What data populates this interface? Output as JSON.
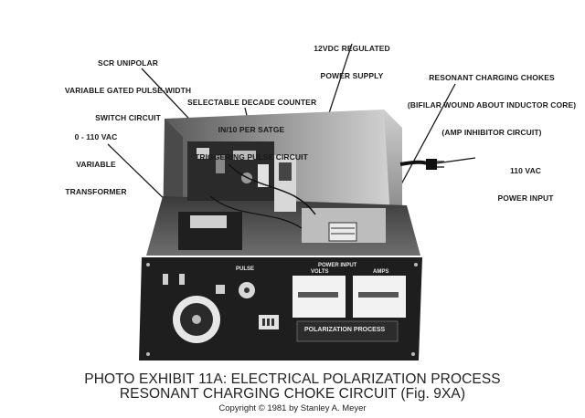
{
  "callouts": {
    "scr": [
      "SCR UNIPOLAR",
      "VARIABLE GATED PULSE-WIDTH",
      "SWITCH CIRCUIT"
    ],
    "regulated": [
      "12VDC REGULATED",
      "POWER SUPPLY"
    ],
    "chokes": [
      "RESONANT CHARGING CHOKES",
      "(BIFILAR WOUND ABOUT INDUCTOR CORE)",
      "(AMP INHIBITOR CIRCUIT)"
    ],
    "decade": [
      "SELECTABLE DECADE COUNTER",
      "IN/10 PER SATGE",
      "TRIGGERING PULSE CIRCUIT"
    ],
    "vac": [
      "0 - 110 VAC",
      "VARIABLE",
      "TRANSFORMER"
    ],
    "power_input": [
      "110 VAC",
      "POWER INPUT"
    ]
  },
  "panel": {
    "label_power_input": "POWER INPUT",
    "label_volts": "VOLTS",
    "label_amps": "AMPS",
    "label_pulse": "PULSE",
    "label_title": "POLARIZATION PROCESS"
  },
  "caption": {
    "line1": "PHOTO EXHIBIT 11A: ELECTRICAL POLARIZATION PROCESS",
    "line2": "RESONANT CHARGING CHOKE CIRCUIT (Fig. 9XA)",
    "line3": "Copyright © 1981 by Stanley A. Meyer"
  },
  "colors": {
    "ink": "#1a1a1a",
    "panel": "#1e1e1e",
    "meter_face": "#f2f2f2",
    "chassis": "#6a6a6a"
  }
}
